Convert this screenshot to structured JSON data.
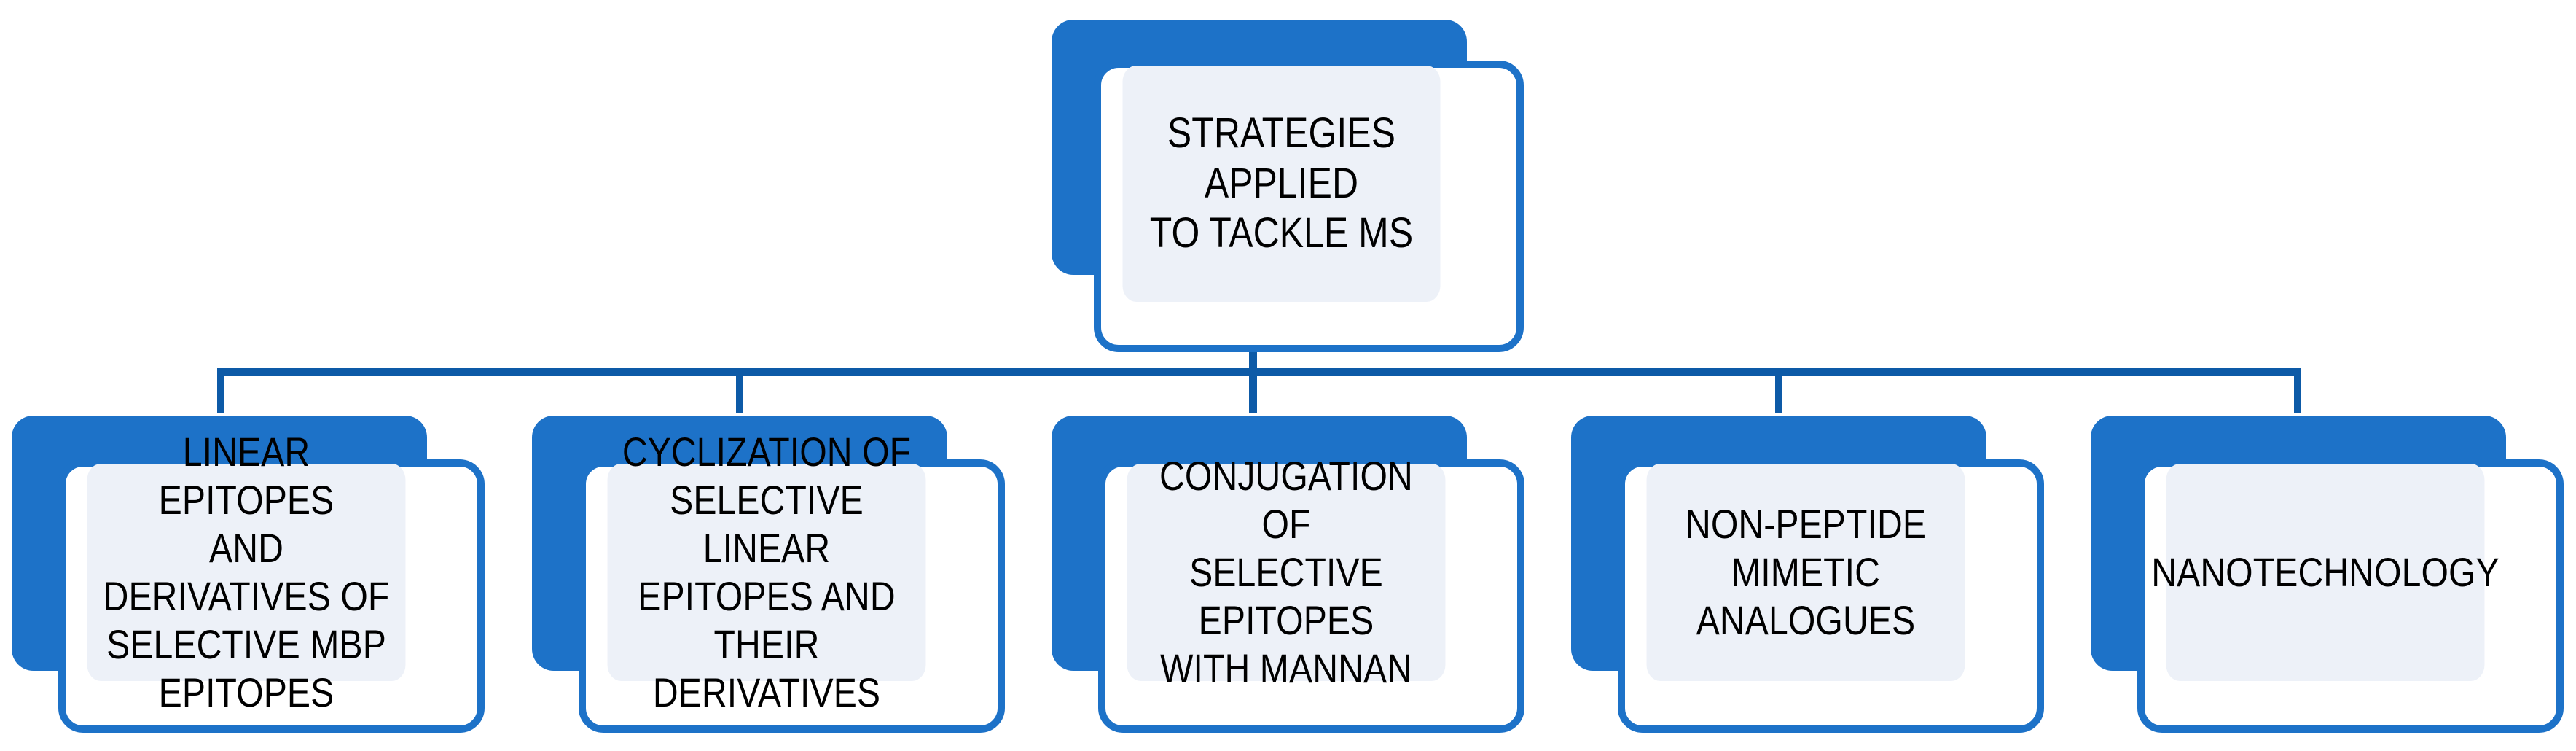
{
  "diagram": {
    "title": "Strategies Applied To Tackle MS",
    "type": "organizational-tree",
    "orientation": "top-down",
    "levels": 2,
    "colors": {
      "card_blue": "#1d72c8",
      "connector_blue": "#0d5aa7",
      "text_panel": "#edf1f8",
      "card_face": "#ffffff",
      "label_text": "#000000",
      "background": "#ffffff"
    },
    "root": {
      "id": "root",
      "label": "STRATEGIES APPLIED\nTO TACKLE MS"
    },
    "children": [
      {
        "id": "child-1",
        "label": "LINEAR EPITOPES\nAND DERIVATIVES  OF\nSELECTIVE MBP\nEPITOPES"
      },
      {
        "id": "child-2",
        "label": "CYCLIZATION OF\nSELECTIVE LINEAR\nEPITOPES AND THEIR\nDERIVATIVES"
      },
      {
        "id": "child-3",
        "label": "CONJUGATION OF\nSELECTIVE EPITOPES\nWITH MANNAN"
      },
      {
        "id": "child-4",
        "label": "NON-PEPTIDE\nMIMETIC\nANALOGUES"
      },
      {
        "id": "child-5",
        "label": "NANOTECHNOLOGY"
      }
    ]
  }
}
